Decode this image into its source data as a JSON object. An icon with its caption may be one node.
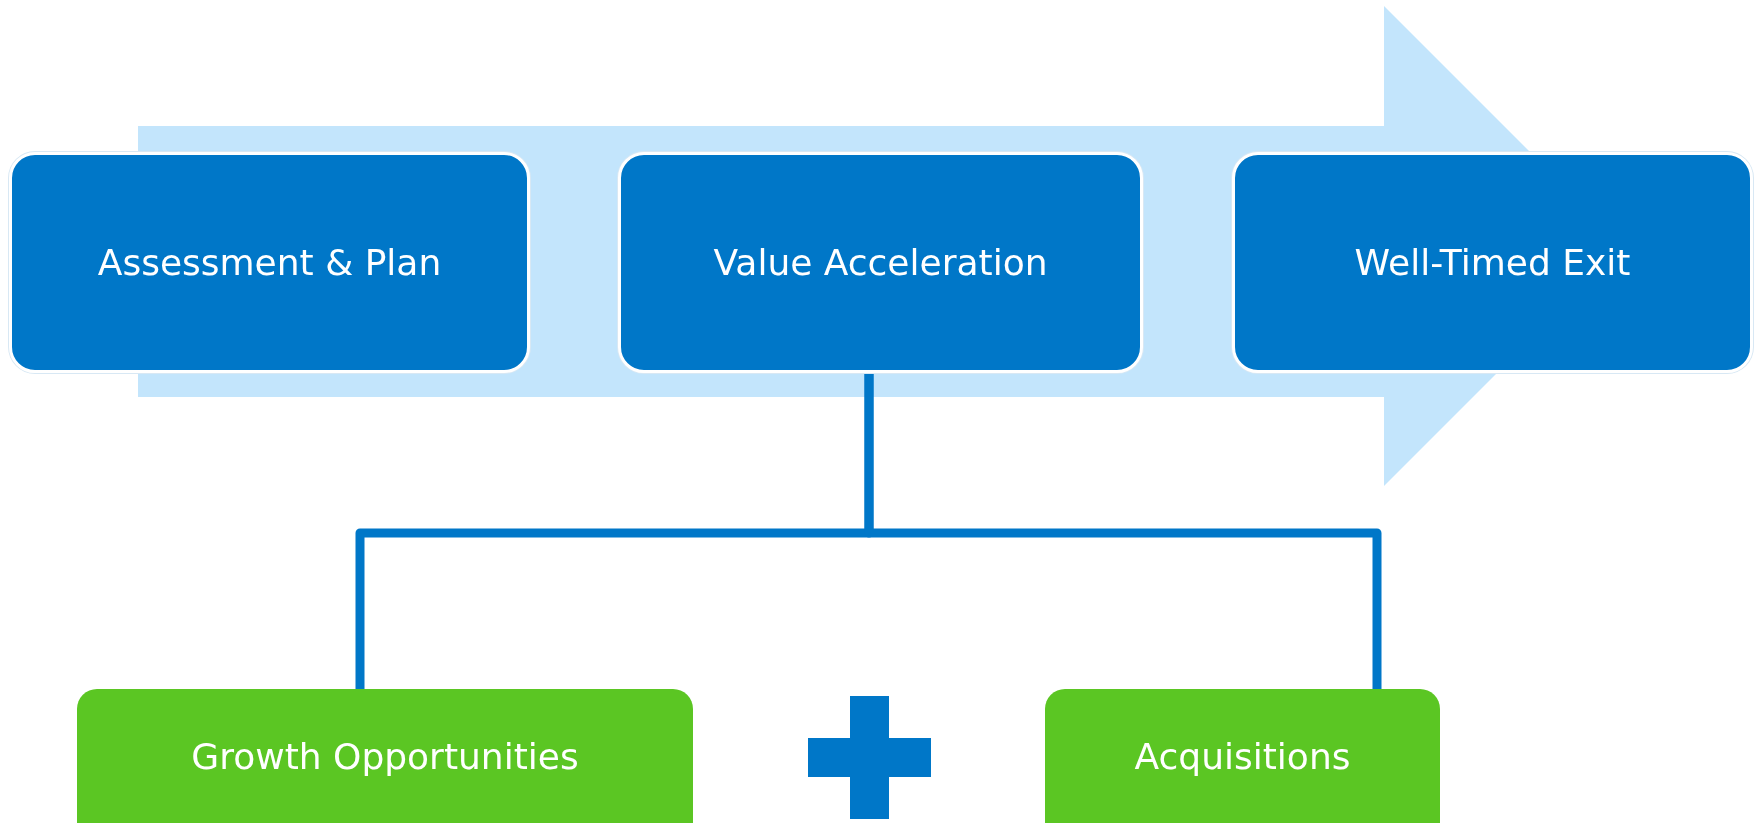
{
  "diagram": {
    "nodes": [
      {
        "text": [
          "Assessment & Plan"
        ]
      },
      {
        "text": [
          "Value Acceleration"
        ]
      },
      {
        "text": [
          "Well-Timed Exit"
        ]
      },
      {
        "text": [
          "Growth Opportunities"
        ]
      },
      {
        "text": [
          "Acquisitions"
        ]
      }
    ],
    "edges": [
      {
        "from": 1,
        "to": 3,
        "arrow": "none"
      },
      {
        "from": 1,
        "to": 4,
        "arrow": "none"
      }
    ]
  }
}
